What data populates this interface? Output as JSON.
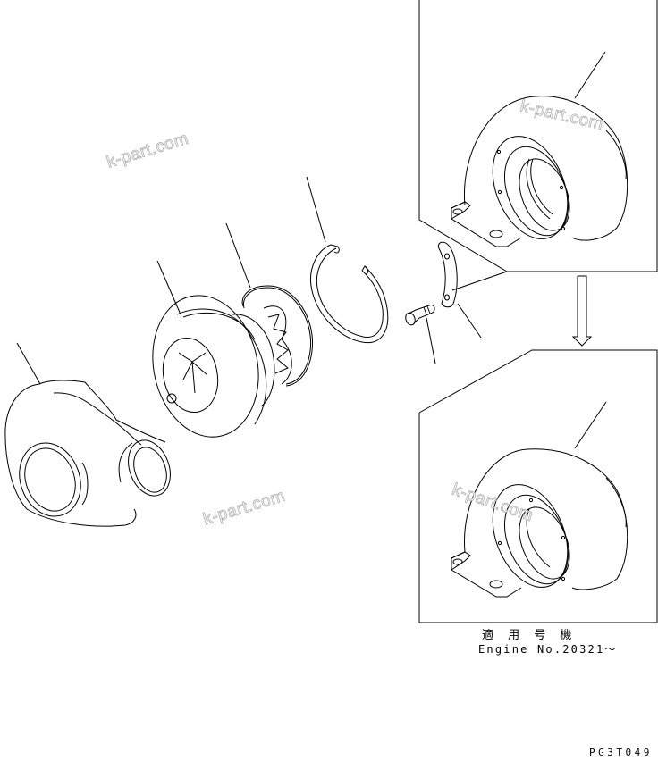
{
  "diagram": {
    "type": "exploded-parts-diagram",
    "subject": "turbocharger",
    "parts": [
      {
        "id": "compressor-housing",
        "description": "compressor housing (left)"
      },
      {
        "id": "cartridge-assembly",
        "description": "center cartridge with turbine/compressor wheels"
      },
      {
        "id": "gasket",
        "description": "o-ring / gasket"
      },
      {
        "id": "snap-ring",
        "description": "snap ring (circlip)"
      },
      {
        "id": "bolt",
        "description": "bolt"
      },
      {
        "id": "plate",
        "description": "lock plate"
      },
      {
        "id": "turbine-housing-old",
        "description": "turbine housing (upper inset)"
      },
      {
        "id": "turbine-housing-new",
        "description": "turbine housing (lower inset)"
      }
    ],
    "watermarks": [
      "k-part.com",
      "k-part.com",
      "k-part.com",
      "k-part.com"
    ],
    "applicability_jp": "適 用 号 機",
    "applicability_en": "Engine No.20321～",
    "drawing_code": "PG3T049",
    "colors": {
      "line": "#000000",
      "background": "#ffffff",
      "watermark": "#a8a8a8"
    }
  }
}
